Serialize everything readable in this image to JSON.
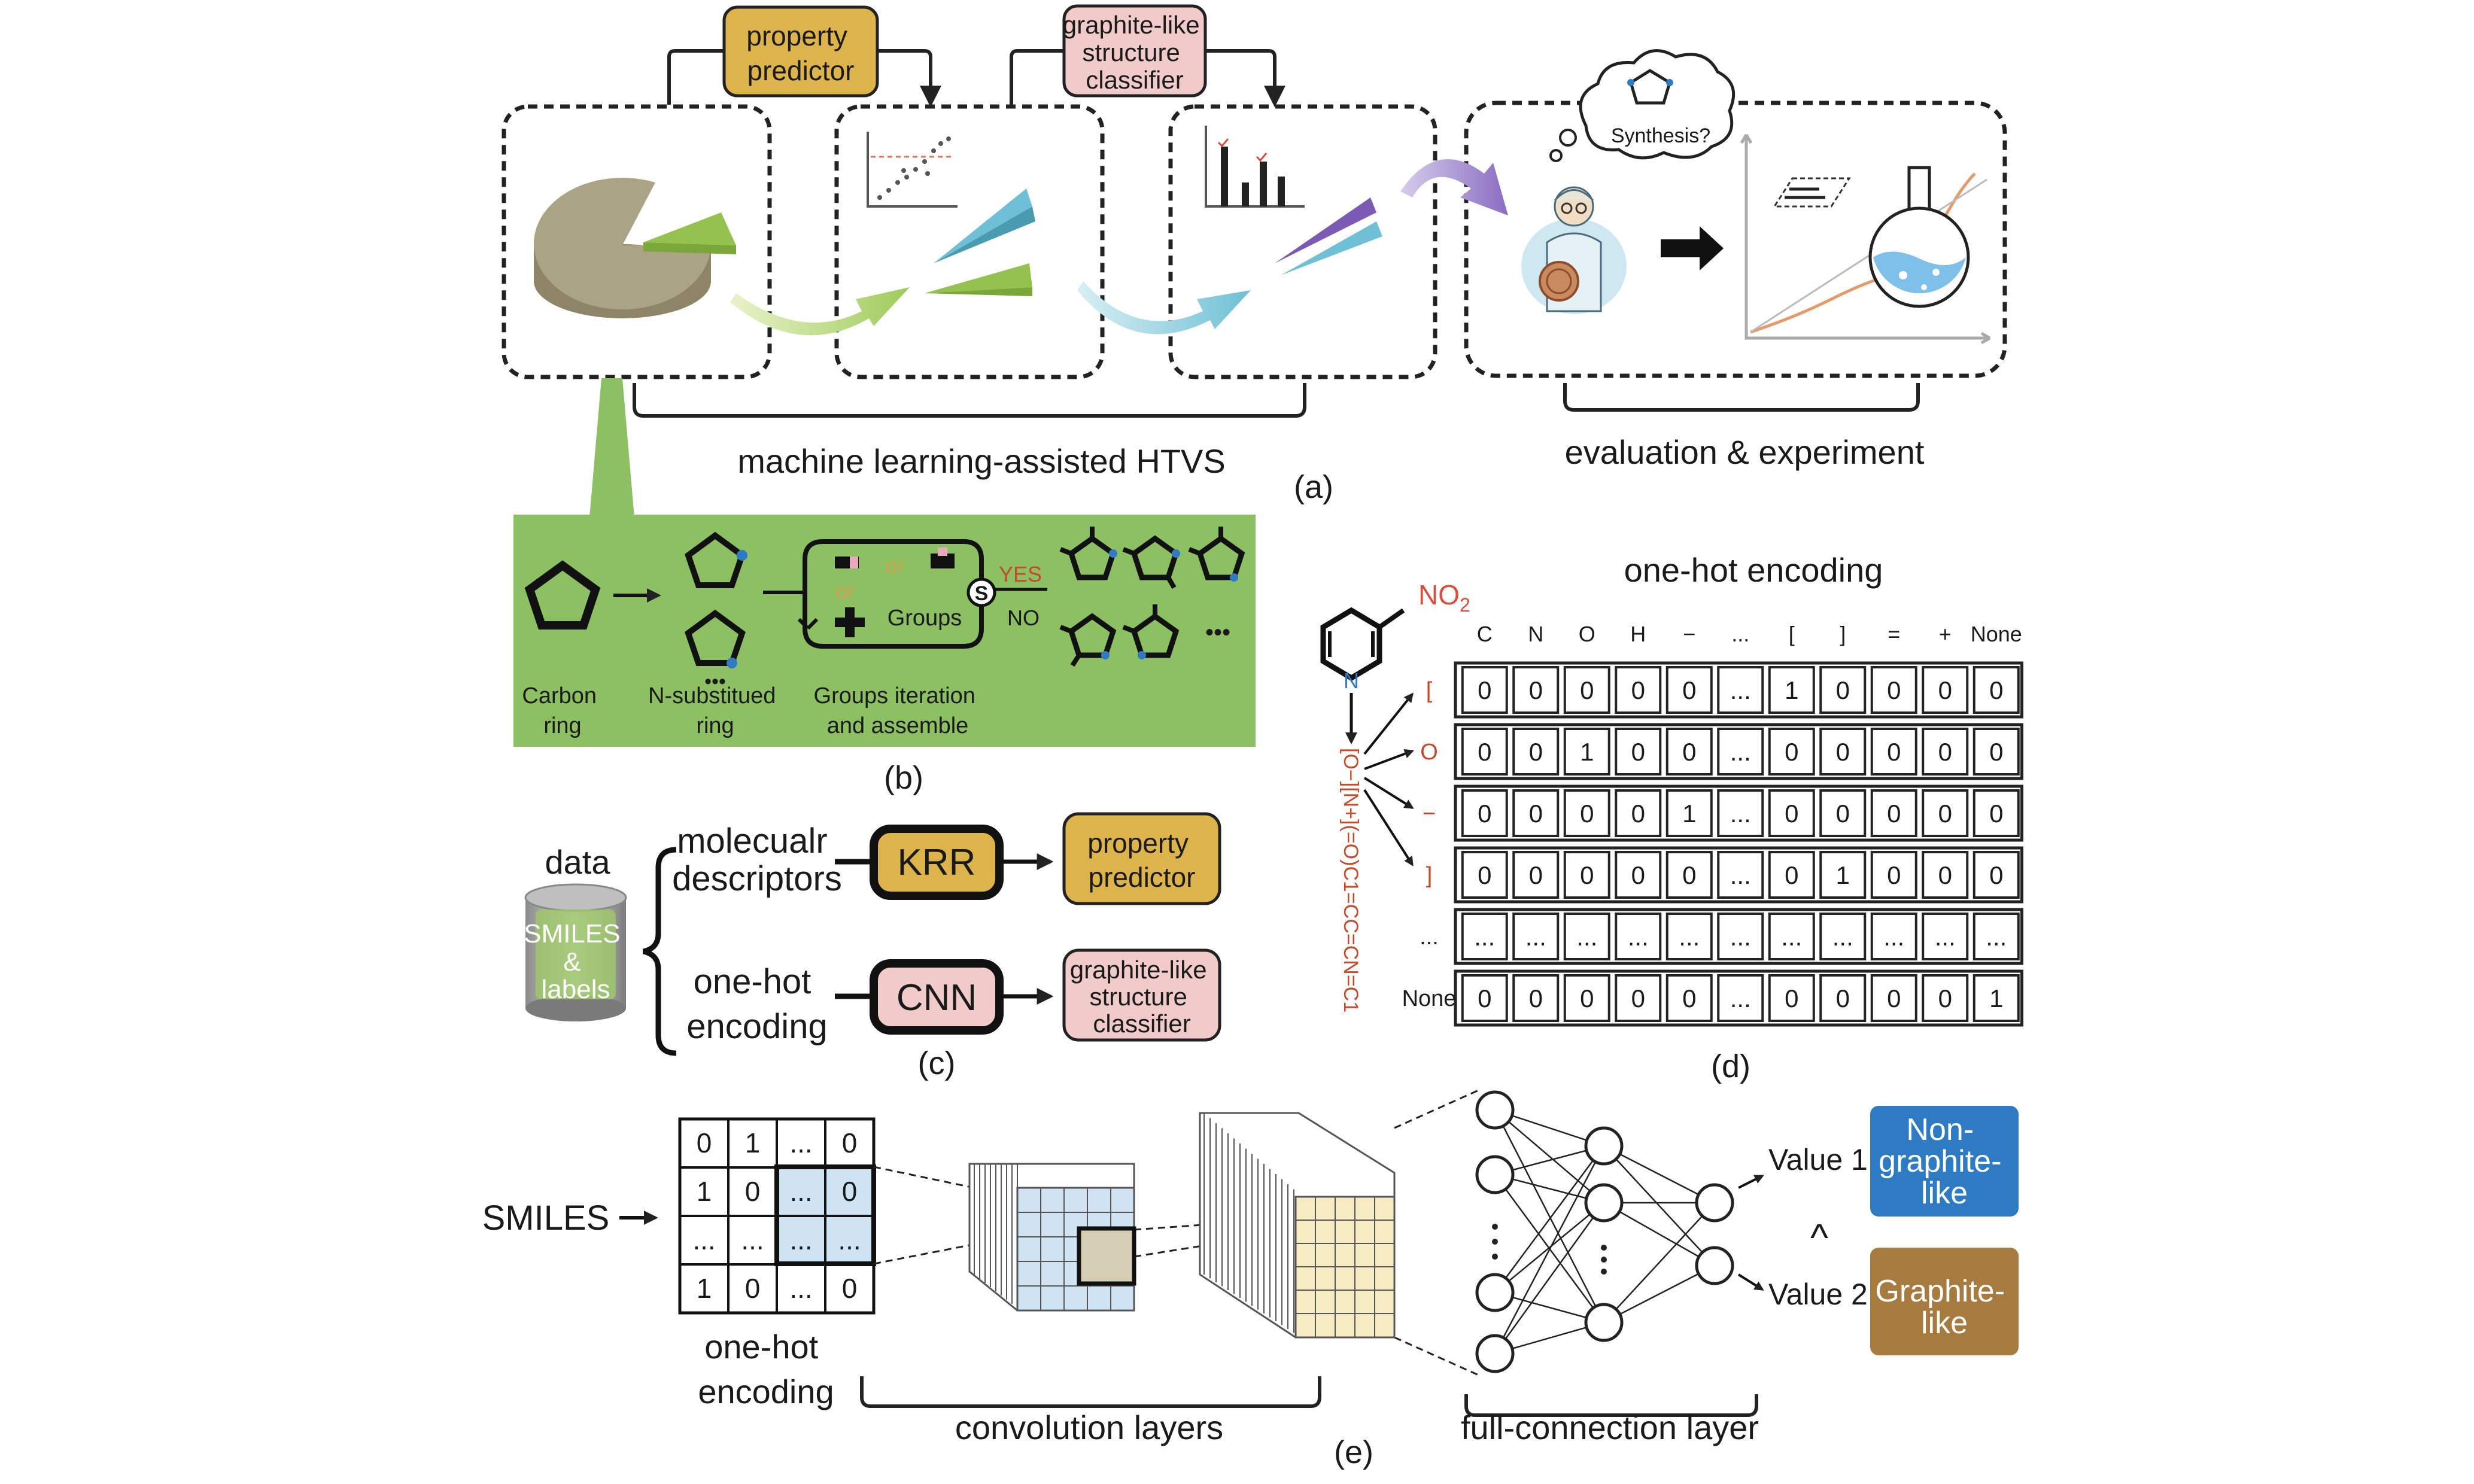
{
  "colors": {
    "tan_box": "#DDB44C",
    "pink_box": "#F1CACA",
    "green_panel": "#8CC063",
    "blue_box": "#2E7BC4",
    "brown_box": "#A77A3F",
    "light_blue": "#CFE3F3",
    "light_yellow": "#F7EBC3"
  },
  "panel_a": {
    "property_predictor": [
      "property",
      "predictor"
    ],
    "graphite_classifier": [
      "graphite-like",
      "structure",
      "classifier"
    ],
    "thought_text": "Synthesis?",
    "htvs_label": "machine learning-assisted HTVS",
    "eval_label": "evaluation & experiment",
    "caption": "(a)"
  },
  "panel_b": {
    "carbon_ring": [
      "Carbon",
      "ring"
    ],
    "n_ring": [
      "N-substitued",
      "ring"
    ],
    "groups_iter": [
      "Groups iteration",
      "and assemble"
    ],
    "or1": "or",
    "or2": "or",
    "groups": "Groups",
    "s_symbol": "S",
    "yes": "YES",
    "no": "NO",
    "dots": "•••",
    "more": "•••",
    "caption": "(b)"
  },
  "panel_c": {
    "data_label": "data",
    "cylinder_text": [
      "SMILES",
      "&",
      "labels"
    ],
    "descriptors": [
      "molecualr",
      "descriptors"
    ],
    "onehot": [
      "one-hot",
      "encoding"
    ],
    "krr": "KRR",
    "cnn": "CNN",
    "property_predictor": [
      "property",
      "predictor"
    ],
    "graphite_classifier": [
      "graphite-like",
      "structure",
      "classifier"
    ],
    "caption": "(c)"
  },
  "panel_d": {
    "title": "one-hot encoding",
    "no2": "NO",
    "no2_sub": "2",
    "n_atom": "N",
    "smiles_string": "[O−][N+](=O)C1=CC=CN=C1",
    "columns": [
      "C",
      "N",
      "O",
      "H",
      "−",
      "...",
      "[",
      "]",
      "=",
      "+",
      "None"
    ],
    "row_labels": [
      "[",
      "O",
      "−",
      "]",
      "...",
      "None"
    ],
    "rows": [
      [
        "0",
        "0",
        "0",
        "0",
        "0",
        "...",
        "1",
        "0",
        "0",
        "0",
        "0"
      ],
      [
        "0",
        "0",
        "1",
        "0",
        "0",
        "...",
        "0",
        "0",
        "0",
        "0",
        "0"
      ],
      [
        "0",
        "0",
        "0",
        "0",
        "1",
        "...",
        "0",
        "0",
        "0",
        "0",
        "0"
      ],
      [
        "0",
        "0",
        "0",
        "0",
        "0",
        "...",
        "0",
        "1",
        "0",
        "0",
        "0"
      ],
      [
        "...",
        "...",
        "...",
        "...",
        "...",
        "...",
        "...",
        "...",
        "...",
        "...",
        "..."
      ],
      [
        "0",
        "0",
        "0",
        "0",
        "0",
        "...",
        "0",
        "0",
        "0",
        "0",
        "1"
      ]
    ],
    "caption": "(d)"
  },
  "panel_e": {
    "smiles": "SMILES",
    "matrix": [
      [
        "0",
        "1",
        "...",
        "0"
      ],
      [
        "1",
        "0",
        "...",
        "0"
      ],
      [
        "...",
        "...",
        "...",
        "..."
      ],
      [
        "1",
        "0",
        "...",
        "0"
      ]
    ],
    "onehot": [
      "one-hot",
      "encoding"
    ],
    "conv_label": "convolution layers",
    "fc_label": "full-connection layer",
    "value1": "Value 1",
    "value2": "Value 2",
    "compare": "^",
    "non_graphite": [
      "Non-",
      "graphite-",
      "like"
    ],
    "graphite": [
      "Graphite-",
      "like"
    ],
    "caption": "(e)"
  }
}
